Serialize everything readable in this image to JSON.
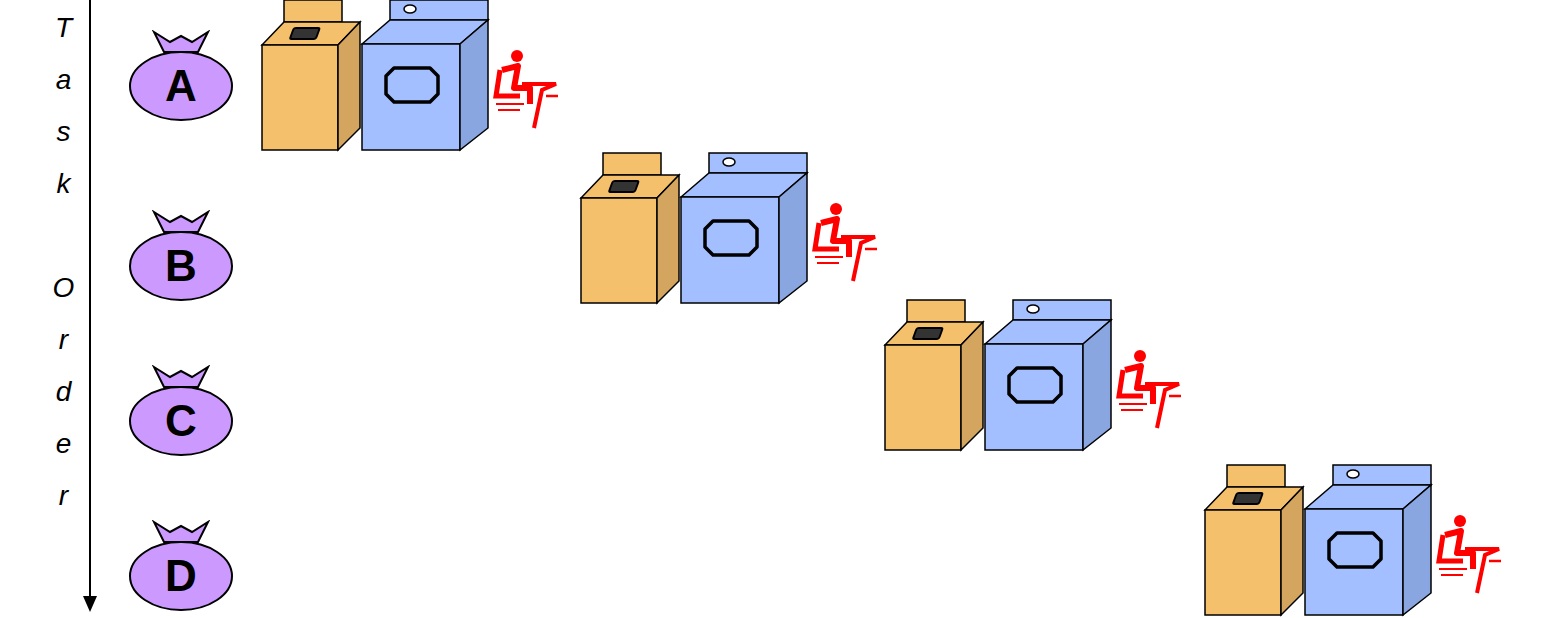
{
  "diagram": {
    "nodes": [
      {
        "text": [
          "A"
        ]
      },
      {
        "text": [
          "B"
        ]
      },
      {
        "text": [
          "C"
        ]
      },
      {
        "text": [
          "D"
        ]
      }
    ],
    "labels": [
      "Task Order"
    ]
  }
}
